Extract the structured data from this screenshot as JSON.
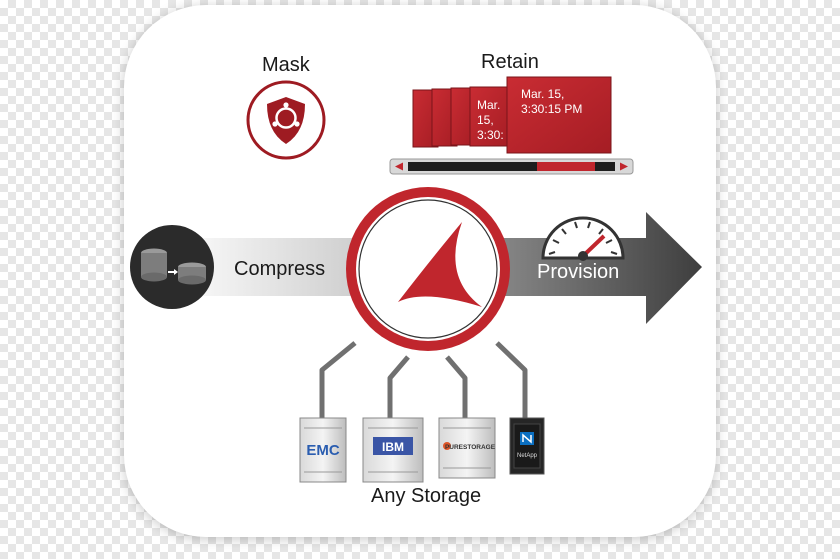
{
  "labels": {
    "mask": "Mask",
    "retain": "Retain",
    "compress": "Compress",
    "provision": "Provision",
    "any_storage": "Any Storage"
  },
  "retain_cards": {
    "front": "Mar. 15, 3:30:15 PM",
    "back": "Mar. 15, 3:30:1"
  },
  "vendors": [
    "EMC",
    "IBM",
    "PURESTORAGE",
    "NetApp"
  ],
  "colors": {
    "brand_red": "#c0262d",
    "dark_red": "#9e1b22",
    "arrow_dark": "#555555",
    "line_gray": "#707070"
  }
}
